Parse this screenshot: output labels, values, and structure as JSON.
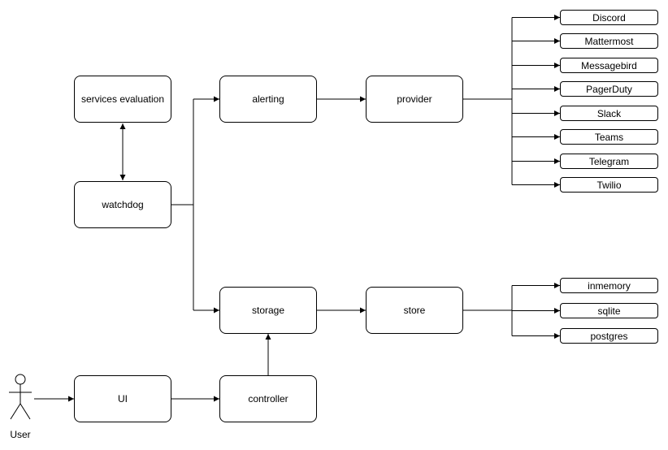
{
  "diagram": {
    "nodes": {
      "services_evaluation": {
        "label": "services evaluation"
      },
      "watchdog": {
        "label": "watchdog"
      },
      "alerting": {
        "label": "alerting"
      },
      "provider": {
        "label": "provider"
      },
      "storage": {
        "label": "storage"
      },
      "store": {
        "label": "store"
      },
      "ui": {
        "label": "UI"
      },
      "controller": {
        "label": "controller"
      }
    },
    "providers": [
      "Discord",
      "Mattermost",
      "Messagebird",
      "PagerDuty",
      "Slack",
      "Teams",
      "Telegram",
      "Twilio"
    ],
    "stores": [
      "inmemory",
      "sqlite",
      "postgres"
    ],
    "actor": {
      "label": "User"
    },
    "colors": {
      "stroke": "#000000",
      "fill": "#ffffff",
      "background": "#ffffff"
    }
  }
}
